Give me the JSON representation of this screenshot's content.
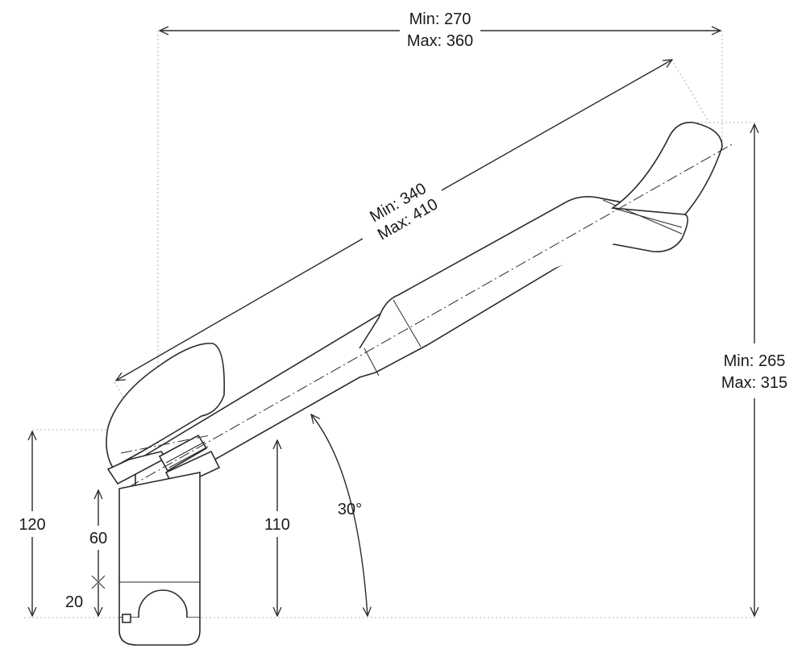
{
  "dimensions": {
    "width_min": "Min: 270",
    "width_max": "Max: 360",
    "length_min": "Min: 340",
    "length_max": "Max: 410",
    "height_min": "Min: 265",
    "height_max": "Max: 315",
    "stack_120": "120",
    "stack_60": "60",
    "stack_20": "20",
    "stack_110": "110",
    "angle": "30°"
  },
  "colors": {
    "line": "#2b2b2b",
    "extension": "#9a9a9a",
    "background": "#ffffff"
  }
}
